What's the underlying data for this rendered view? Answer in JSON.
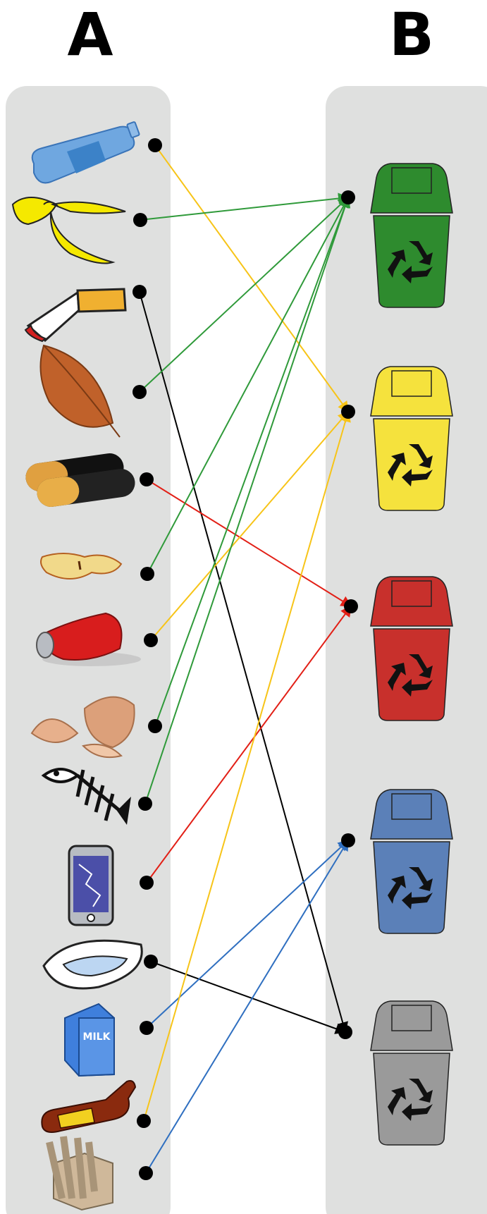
{
  "headings": {
    "left": "A",
    "right": "B"
  },
  "colors": {
    "panel": "#dfe0df",
    "green": "#2f9a3a",
    "yellow": "#f7c418",
    "red": "#e21f16",
    "blue": "#2f6fc0",
    "gray": "#777777",
    "black": "#000000"
  },
  "bins": [
    {
      "id": "green-bin",
      "color": "#2e8b2e"
    },
    {
      "id": "yellow-bin",
      "color": "#f5e23d"
    },
    {
      "id": "red-bin",
      "color": "#c8302c"
    },
    {
      "id": "blue-bin",
      "color": "#5b80b8"
    },
    {
      "id": "gray-bin",
      "color": "#9a9a9a"
    }
  ],
  "items": [
    {
      "id": "plastic-bottle",
      "bin": "yellow-bin"
    },
    {
      "id": "banana-peel",
      "bin": "green-bin"
    },
    {
      "id": "cigarette-butt",
      "bin": "gray-bin"
    },
    {
      "id": "dry-leaf",
      "bin": "green-bin"
    },
    {
      "id": "batteries",
      "bin": "red-bin"
    },
    {
      "id": "apple-core",
      "bin": "green-bin"
    },
    {
      "id": "crushed-can",
      "bin": "yellow-bin"
    },
    {
      "id": "eggshells",
      "bin": "green-bin"
    },
    {
      "id": "fish-bone",
      "bin": "green-bin"
    },
    {
      "id": "broken-phone",
      "bin": "red-bin"
    },
    {
      "id": "sanitary-pad",
      "bin": "gray-bin"
    },
    {
      "id": "milk-carton",
      "bin": "blue-bin"
    },
    {
      "id": "glass-bottle",
      "bin": "yellow-bin"
    },
    {
      "id": "cardboard-box",
      "bin": "blue-bin"
    }
  ],
  "milk_label": "MILK"
}
